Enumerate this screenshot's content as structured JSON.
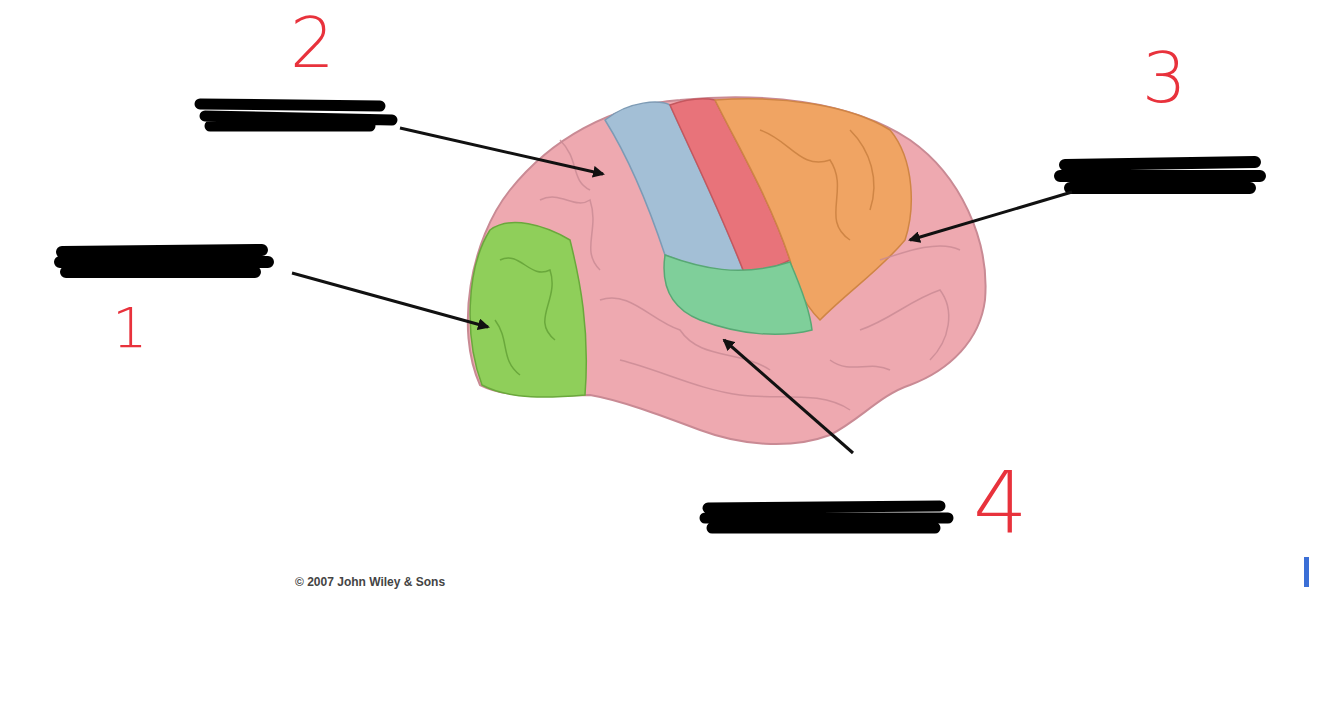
{
  "diagram": {
    "labels": [
      "2",
      "3",
      "1",
      "4",
      "© 2007 John Wiley & Sons"
    ]
  }
}
